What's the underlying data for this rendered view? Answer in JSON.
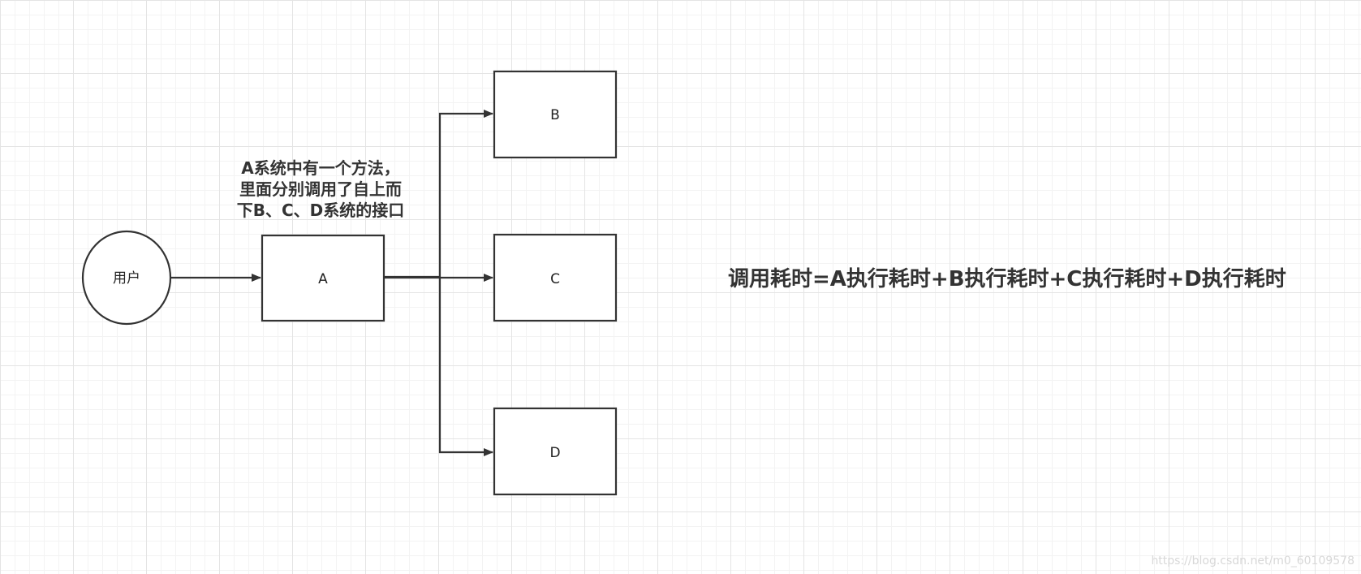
{
  "diagram": {
    "user_label": "用户",
    "nodes": [
      {
        "id": "a",
        "label": "A"
      },
      {
        "id": "b",
        "label": "B"
      },
      {
        "id": "c",
        "label": "C"
      },
      {
        "id": "d",
        "label": "D"
      }
    ],
    "description_lines": [
      "A系统中有一个方法，",
      "里面分别调用了自上而",
      "下B、C、D系统的接口"
    ],
    "formula": "调用耗时=A执行耗时+B执行耗时+C执行耗时+D执行耗时"
  },
  "watermark": "https://blog.csdn.net/m0_60109578",
  "colors": {
    "stroke": "#333333",
    "grid_major": "#e4e4e4",
    "grid_minor": "#f3f3f3",
    "background": "#ffffff"
  }
}
